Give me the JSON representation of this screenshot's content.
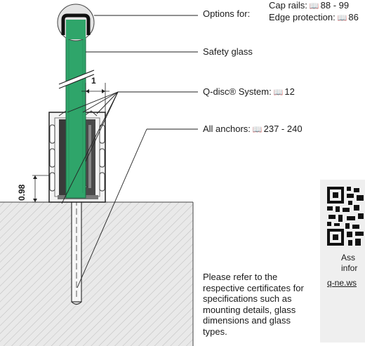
{
  "labels": {
    "options_for": "Options for:",
    "cap_rails": "Cap rails:",
    "cap_rails_pages": "88 - 99",
    "edge_protection": "Edge protection:",
    "edge_protection_pages": "86",
    "safety_glass": "Safety glass",
    "qdisc": "Q-disc® System:",
    "qdisc_pages": "12",
    "anchors": "All anchors:",
    "anchors_pages": "237 - 240"
  },
  "dimensions": {
    "gap": "1",
    "height": "0.98"
  },
  "note": "Please refer to the respective certificates for specifications such as mounting details, glass dimensions and glass types.",
  "qr_panel": {
    "caption_line1": "Ass",
    "caption_line2": "infor",
    "link": "q-ne.ws"
  },
  "icons": {
    "page_ref": "book-icon"
  },
  "colors": {
    "glass": "#2fa56a",
    "profile": "#f0f0f0",
    "ground": "#e8e8e8",
    "panel": "#efefef"
  }
}
